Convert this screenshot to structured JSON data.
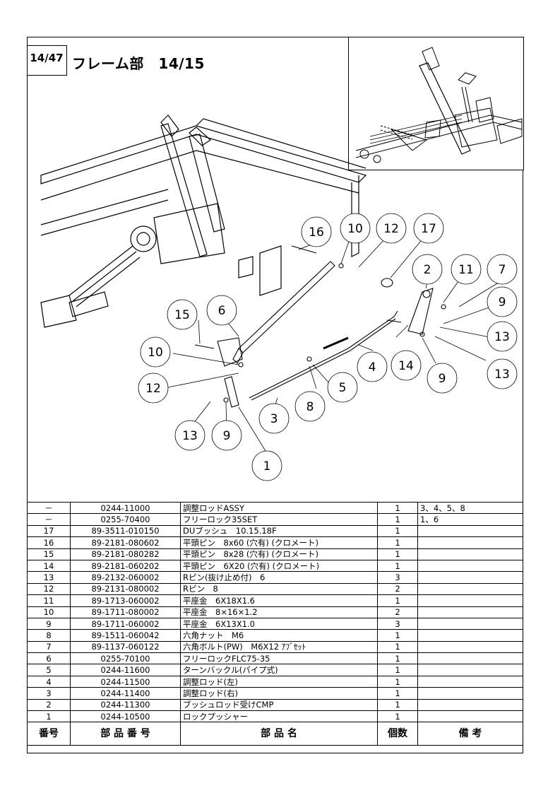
{
  "header": {
    "page_number": "14/47",
    "title": "フレーム部　14/15"
  },
  "callouts": [
    "16",
    "10",
    "12",
    "17",
    "2",
    "11",
    "7",
    "9",
    "13",
    "13",
    "14",
    "9",
    "4",
    "15",
    "6",
    "10",
    "12",
    "5",
    "8",
    "3",
    "13",
    "9",
    "1"
  ],
  "table": {
    "headers": {
      "no": "番号",
      "part_no": "部 品 番 号",
      "name": "部 品 名",
      "qty": "個数",
      "remarks": "備 考"
    },
    "rows": [
      {
        "no": "－",
        "part_no": "0244-11000",
        "name": "調整ロッドASSY",
        "qty": "1",
        "remarks": "3、4、5、8"
      },
      {
        "no": "－",
        "part_no": "0255-70400",
        "name": "フリーロック35SET",
        "qty": "1",
        "remarks": "1、6"
      },
      {
        "no": "17",
        "part_no": "89-3511-010150",
        "name": "DUブッシュ　10.15.18F",
        "qty": "1",
        "remarks": ""
      },
      {
        "no": "16",
        "part_no": "89-2181-080602",
        "name": "平頭ピン　8x60 (穴有) (クロメート)",
        "qty": "1",
        "remarks": ""
      },
      {
        "no": "15",
        "part_no": "89-2181-080282",
        "name": "平頭ピン　8x28 (穴有) (クロメート)",
        "qty": "1",
        "remarks": ""
      },
      {
        "no": "14",
        "part_no": "89-2181-060202",
        "name": "平頭ピン　6X20 (穴有) (クロメート)",
        "qty": "1",
        "remarks": ""
      },
      {
        "no": "13",
        "part_no": "89-2132-060002",
        "name": "Rピン(抜け止め付)　6",
        "qty": "3",
        "remarks": ""
      },
      {
        "no": "12",
        "part_no": "89-2131-080002",
        "name": "Rピン　8",
        "qty": "2",
        "remarks": ""
      },
      {
        "no": "11",
        "part_no": "89-1713-060002",
        "name": "平座金　6X18X1.6",
        "qty": "1",
        "remarks": ""
      },
      {
        "no": "10",
        "part_no": "89-1711-080002",
        "name": "平座金　8×16×1.2",
        "qty": "2",
        "remarks": ""
      },
      {
        "no": "9",
        "part_no": "89-1711-060002",
        "name": "平座金　6X13X1.0",
        "qty": "3",
        "remarks": ""
      },
      {
        "no": "8",
        "part_no": "89-1511-060042",
        "name": "六角ナット　M6",
        "qty": "1",
        "remarks": ""
      },
      {
        "no": "7",
        "part_no": "89-1137-060122",
        "name": "六角ボルト(PW)　M6X12 ｱﾌﾞｾｯﾄ",
        "qty": "1",
        "remarks": ""
      },
      {
        "no": "6",
        "part_no": "0255-70100",
        "name": "フリーロックFLC75-35",
        "qty": "1",
        "remarks": ""
      },
      {
        "no": "5",
        "part_no": "0244-11600",
        "name": "ターンバックル(パイプ式)",
        "qty": "1",
        "remarks": ""
      },
      {
        "no": "4",
        "part_no": "0244-11500",
        "name": "調整ロッド(左)",
        "qty": "1",
        "remarks": ""
      },
      {
        "no": "3",
        "part_no": "0244-11400",
        "name": "調整ロッド(右)",
        "qty": "1",
        "remarks": ""
      },
      {
        "no": "2",
        "part_no": "0244-11300",
        "name": "ブッシュロッド受けCMP",
        "qty": "1",
        "remarks": ""
      },
      {
        "no": "1",
        "part_no": "0244-10500",
        "name": "ロックプッシャー",
        "qty": "1",
        "remarks": ""
      }
    ]
  }
}
